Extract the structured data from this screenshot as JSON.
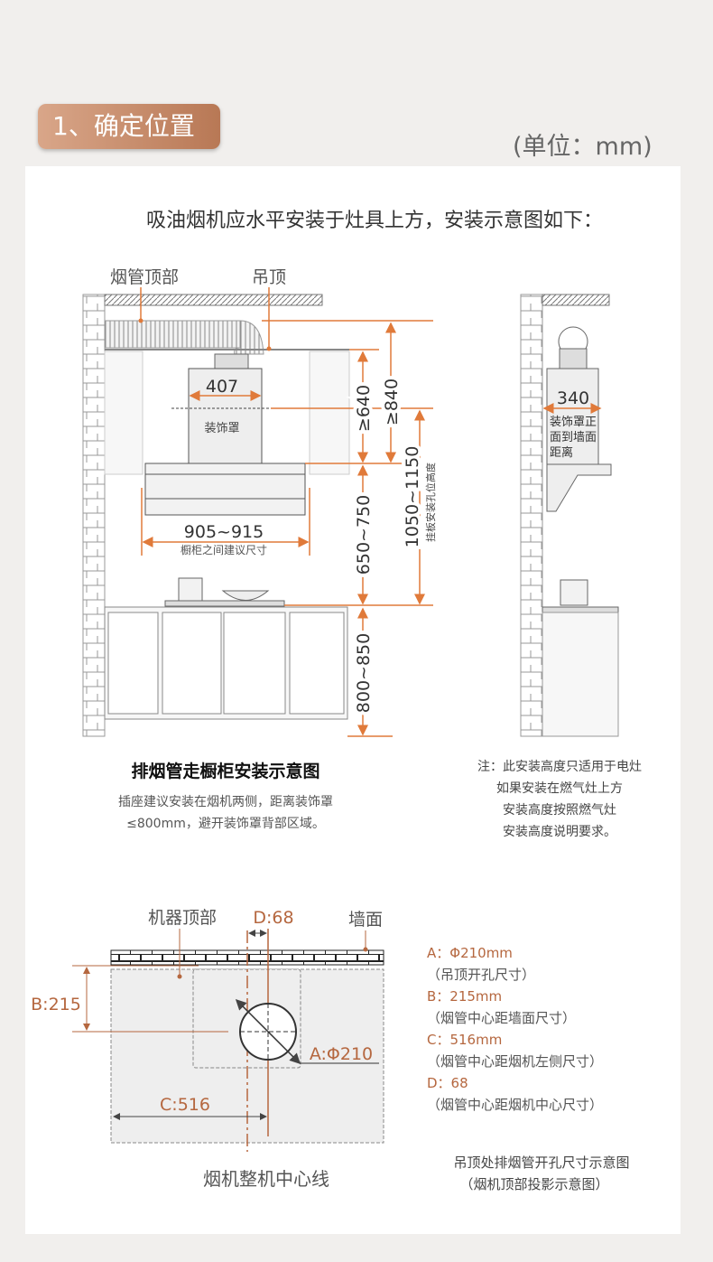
{
  "header": {
    "section_title": "1、确定位置",
    "unit": "(单位：mm)"
  },
  "intro": "吸油烟机应水平安装于灶具上方，安装示意图如下：",
  "front_view": {
    "label_duct_top": "烟管顶部",
    "label_ceiling": "吊顶",
    "cover_width": "407",
    "cover_label": "装饰罩",
    "cabinet_gap": "905~915",
    "cabinet_gap_label": "橱柜之间建议尺寸",
    "dim_640": "≥640",
    "dim_840": "≥840",
    "dim_650_750": "650~750",
    "dim_1050_1150": "1050~1150",
    "dim_1050_label": "挂板安装孔位高度",
    "dim_800_850": "800~850",
    "caption": "排烟管走橱柜安装示意图",
    "note_line1": "插座建议安装在烟机两侧，距离装饰罩",
    "note_line2": "≤800mm，避开装饰罩背部区域。"
  },
  "side_view": {
    "depth": "340",
    "label_line1": "装饰罩正",
    "label_line2": "面到墙面",
    "label_line3": "距离",
    "note_line1": "注：此安装高度只适用于电灶",
    "note_line2": "如果安装在燃气灶上方",
    "note_line3": "安装高度按照燃气灶",
    "note_line4": "安装高度说明要求。"
  },
  "top_view": {
    "label_machine_top": "机器顶部",
    "label_d": "D:68",
    "label_wall": "墙面",
    "label_b": "B:215",
    "label_a": "A:Φ210",
    "label_c": "C:516",
    "label_centerline": "烟机整机中心线",
    "legend": [
      {
        "key": "A：Φ210mm",
        "desc": "（吊顶开孔尺寸）"
      },
      {
        "key": "B：215mm",
        "desc": "（烟管中心距墙面尺寸）"
      },
      {
        "key": "C：516mm",
        "desc": "（烟管中心距烟机左侧尺寸）"
      },
      {
        "key": "D：68",
        "desc": "（烟管中心距烟机中心尺寸）"
      }
    ],
    "caption_line1": "吊顶处排烟管开孔尺寸示意图",
    "caption_line2": "（烟机顶部投影示意图）"
  },
  "colors": {
    "accent": "#e07a3a",
    "brown": "#b5673f"
  }
}
